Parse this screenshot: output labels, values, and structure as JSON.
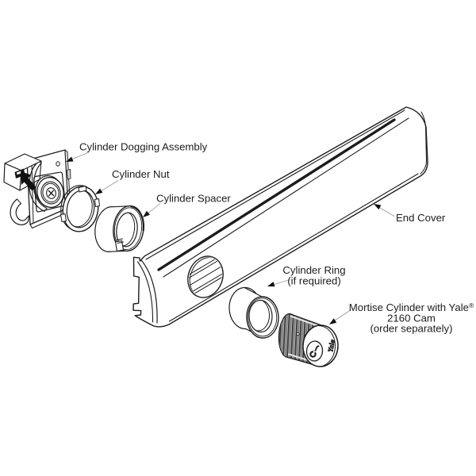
{
  "figure": {
    "type": "exploded-parts-diagram",
    "labels": {
      "dogging_assembly": "Cylinder Dogging Assembly",
      "cylinder_nut": "Cylinder Nut",
      "cylinder_spacer": "Cylinder Spacer",
      "end_cover": "End Cover",
      "cylinder_ring_line1": "Cylinder Ring",
      "cylinder_ring_line2": "(if required)",
      "mortise_line1": "Mortise Cylinder with Yale",
      "mortise_reg": "®",
      "mortise_line2": "2160 Cam",
      "mortise_line3": "(order separately)"
    },
    "cylinder_face_text": "Yale",
    "colors": {
      "line": "#1c1c1c",
      "leader": "#b0b0b0",
      "fill": "#ffffff",
      "cylinder_body": "#b4b4b4",
      "hatch_dark": "#3d3d3d",
      "background": "#ffffff"
    }
  }
}
